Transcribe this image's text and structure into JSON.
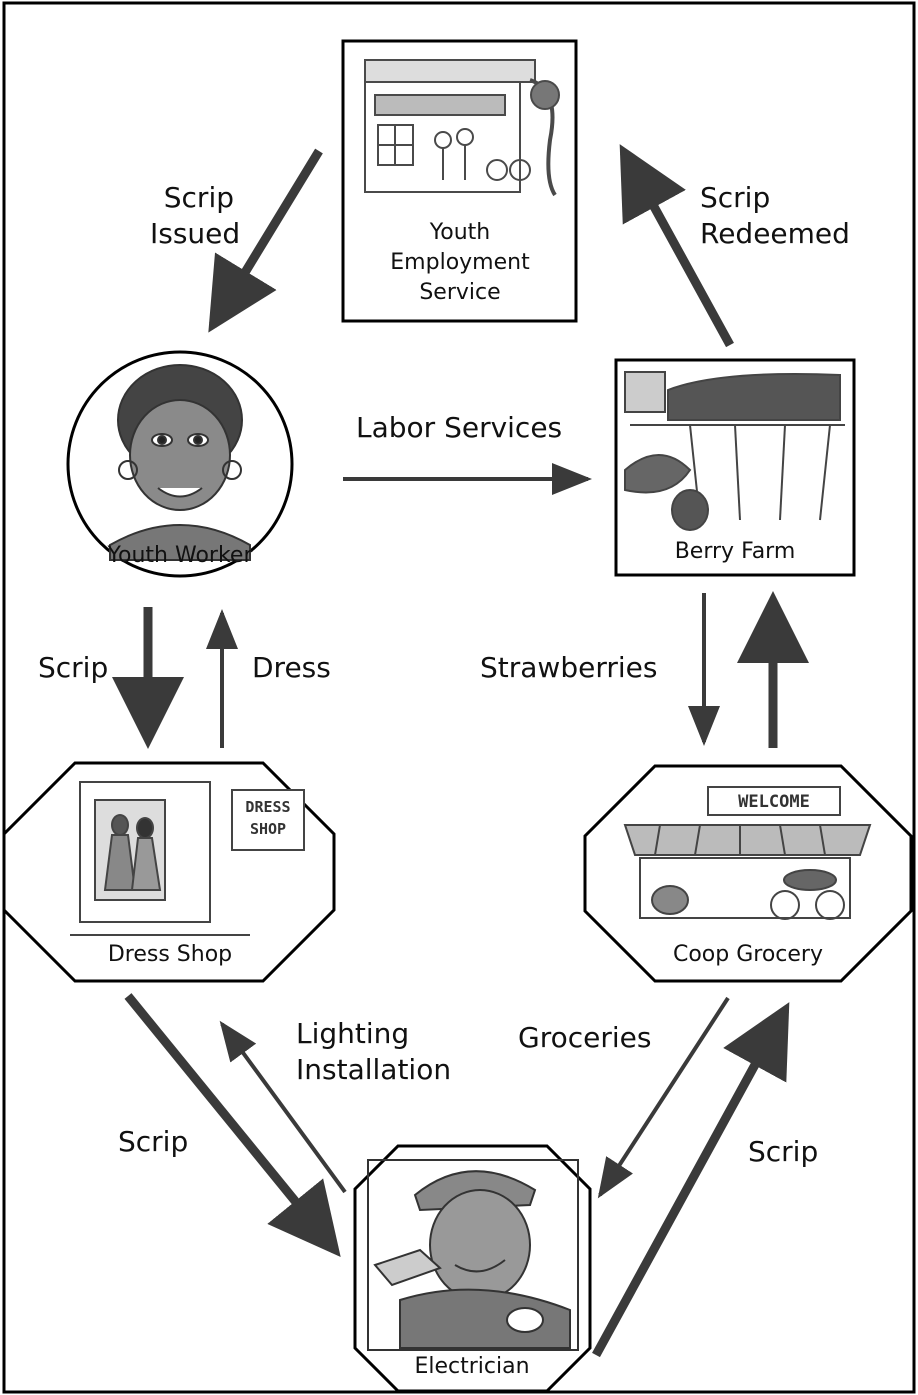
{
  "colors": {
    "arrow": "#3a3a3a",
    "border": "#000000",
    "sketch": "#4a4a4a",
    "background": "#ffffff"
  },
  "nodes": {
    "employment": {
      "caption": "Youth\nEmployment\nService",
      "icon": "storefront-sketch"
    },
    "youth": {
      "caption": "Youth Worker",
      "icon": "youth-portrait-sketch"
    },
    "farm": {
      "caption": "Berry Farm",
      "icon": "farm-field-sketch"
    },
    "dress": {
      "caption": "Dress Shop",
      "icon": "dress-shop-sketch",
      "sign": "DRESS\nSHOP"
    },
    "grocery": {
      "caption": "Coop Grocery",
      "icon": "grocery-store-sketch",
      "sign": "WELCOME"
    },
    "electrician": {
      "caption": "Electrician",
      "icon": "electrician-portrait-sketch"
    }
  },
  "flows": {
    "scrip_issued": "Scrip\nIssued",
    "scrip_redeemed": "Scrip\nRedeemed",
    "labor_services": "Labor Services",
    "scrip_to_dress": "Scrip",
    "dress": "Dress",
    "strawberries": "Strawberries",
    "lighting": "Lighting\nInstallation",
    "groceries": "Groceries",
    "scrip_to_electrician": "Scrip",
    "scrip_to_grocery": "Scrip"
  }
}
